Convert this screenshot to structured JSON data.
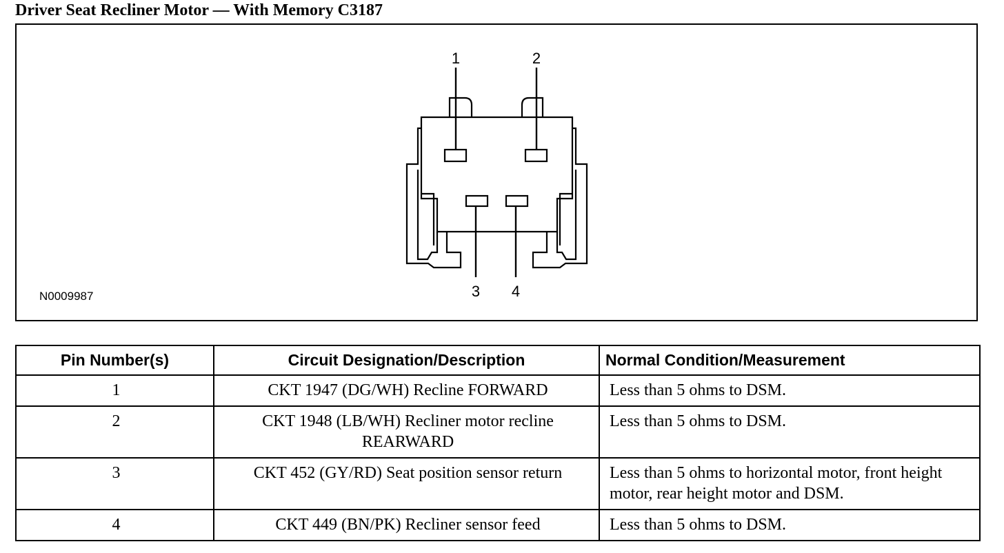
{
  "title": "Driver Seat Recliner Motor — With Memory C3187",
  "diagram": {
    "figure_id": "N0009987",
    "pins": [
      "1",
      "2",
      "3",
      "4"
    ]
  },
  "table": {
    "headers": [
      "Pin Number(s)",
      "Circuit Designation/Description",
      "Normal Condition/Measurement"
    ],
    "rows": [
      {
        "pin": "1",
        "circuit": "CKT 1947 (DG/WH) Recline FORWARD",
        "condition": "Less than 5 ohms to DSM."
      },
      {
        "pin": "2",
        "circuit": "CKT 1948 (LB/WH) Recliner motor recline REARWARD",
        "condition": "Less than 5 ohms to DSM."
      },
      {
        "pin": "3",
        "circuit": "CKT 452 (GY/RD) Seat position sensor return",
        "condition": "Less than 5 ohms to horizontal motor, front height motor, rear height motor and DSM."
      },
      {
        "pin": "4",
        "circuit": "CKT 449 (BN/PK) Recliner sensor feed",
        "condition": "Less than 5 ohms to DSM."
      }
    ]
  }
}
